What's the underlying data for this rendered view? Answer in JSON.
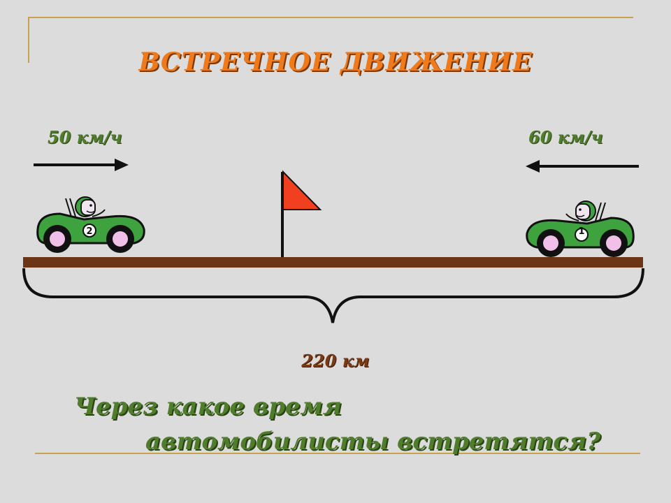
{
  "title": "ВСТРЕЧНОЕ ДВИЖЕНИЕ",
  "left_car": {
    "speed": "50 км/ч",
    "number": "2",
    "color": "#3ea33e"
  },
  "right_car": {
    "speed": "60 км/ч",
    "number": "1",
    "color": "#3ea33e"
  },
  "distance": "220 км",
  "question": {
    "line1": "Через какое время",
    "line2": "автомобилисты встретятся?"
  },
  "colors": {
    "title": "#f07a1a",
    "road": "#6b3516",
    "flag": "#f04020",
    "text_green": "#4f7d2c"
  }
}
